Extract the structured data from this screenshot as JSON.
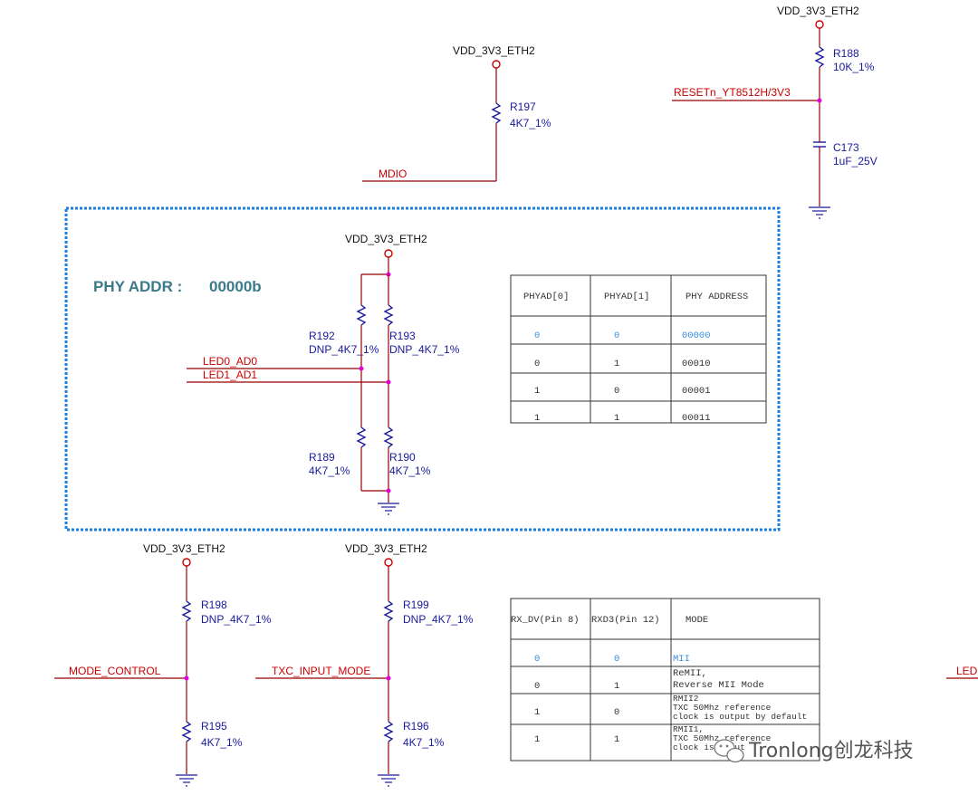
{
  "vcc_label": "VDD_3V3_ETH2",
  "resistors": {
    "r188": {
      "ref": "R188",
      "value": "10K_1%"
    },
    "r197": {
      "ref": "R197",
      "value": "4K7_1%"
    },
    "r192": {
      "ref": "R192",
      "value": "DNP_4K7_1%"
    },
    "r193": {
      "ref": "R193",
      "value": "DNP_4K7_1%"
    },
    "r189": {
      "ref": "R189",
      "value": "4K7_1%"
    },
    "r190": {
      "ref": "R190",
      "value": "4K7_1%"
    },
    "r198": {
      "ref": "R198",
      "value": "DNP_4K7_1%"
    },
    "r199": {
      "ref": "R199",
      "value": "DNP_4K7_1%"
    },
    "r195": {
      "ref": "R195",
      "value": "4K7_1%"
    },
    "r196": {
      "ref": "R196",
      "value": "4K7_1%"
    }
  },
  "capacitor": {
    "ref": "C173",
    "value": "1uF_25V"
  },
  "nets": {
    "reset": "RESETn_YT8512H/3V3",
    "mdio": "MDIO",
    "led0": "LED0_AD0",
    "led1": "LED1_AD1",
    "mode_control": "MODE_CONTROL",
    "txc_input_mode": "TXC_INPUT_MODE",
    "led_edge": "LED"
  },
  "phy_addr": {
    "label": "PHY ADDR :",
    "value": "00000b"
  },
  "phy_table": {
    "headers": [
      "PHYAD[0]",
      "PHYAD[1]",
      "PHY ADDRESS"
    ],
    "rows": [
      [
        "0",
        "0",
        "00000"
      ],
      [
        "0",
        "1",
        "00010"
      ],
      [
        "1",
        "0",
        "00001"
      ],
      [
        "1",
        "1",
        "00011"
      ]
    ]
  },
  "mode_table": {
    "headers": [
      "RX_DV(Pin 8)",
      "RXD3(Pin 12)",
      "MODE"
    ],
    "rows": [
      {
        "a": "0",
        "b": "0",
        "mode1": "MII",
        "mode2": "",
        "mode3": ""
      },
      {
        "a": "0",
        "b": "1",
        "mode1": "ReMII,",
        "mode2": "Reverse MII Mode",
        "mode3": ""
      },
      {
        "a": "1",
        "b": "0",
        "mode1": "RMII2",
        "mode2": "TXC 50Mhz reference",
        "mode3": "clock is output by default"
      },
      {
        "a": "1",
        "b": "1",
        "mode1": "RMII1,",
        "mode2": "TXC 50Mhz reference",
        "mode3": "clock is input"
      }
    ]
  },
  "watermark": "Tronlong创龙科技"
}
